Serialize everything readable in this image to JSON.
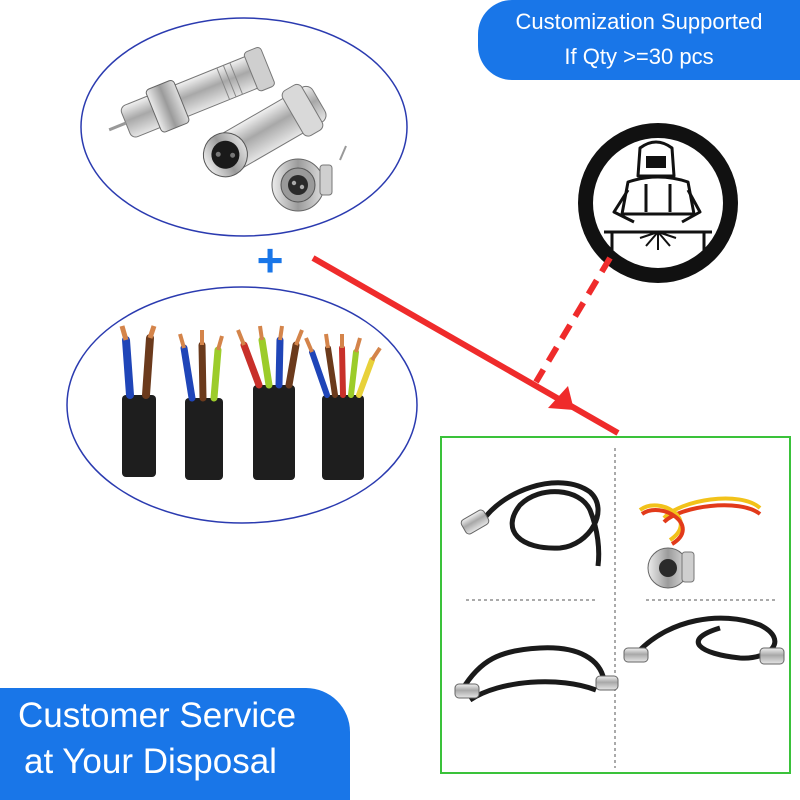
{
  "top_banner": {
    "line1": "Customization Supported",
    "line2": "If Qty  >=30 pcs"
  },
  "bottom_banner": {
    "line1": "Customer Service",
    "line2": "at Your Disposal"
  },
  "plus_symbol": "+",
  "colors": {
    "banner_blue": "#1976e8",
    "arrow_red": "#ef2b2b",
    "ellipse_outline": "#2b3bb0",
    "product_frame": "#3ac23a",
    "wire_red": "#c8302a",
    "wire_blue": "#1f45b8",
    "wire_brown": "#6b3a1c",
    "wire_yellow_green": "#9ccc2a"
  },
  "icons": {
    "connectors": "aviation-connector-icon",
    "cables": "multi-core-cable-icon",
    "welder": "welder-worker-icon",
    "finished_cables": "connector-cable-assembly-icon"
  }
}
